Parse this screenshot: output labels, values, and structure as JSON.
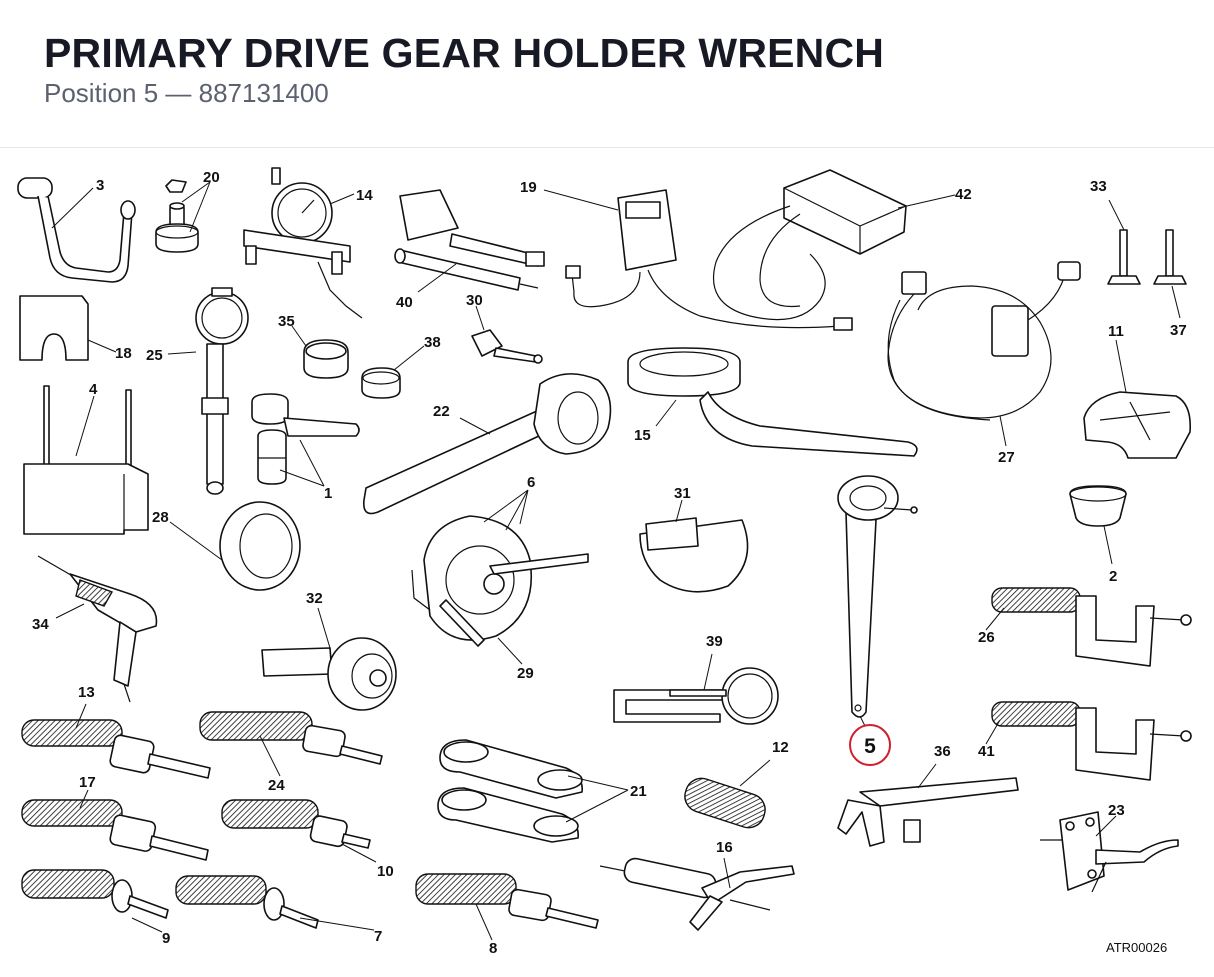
{
  "header": {
    "title": "PRIMARY DRIVE GEAR HOLDER WRENCH",
    "subtitle": "Position 5 — 887131400"
  },
  "callouts": {
    "c1": "1",
    "c2": "2",
    "c3": "3",
    "c4": "4",
    "c5": "5",
    "c6": "6",
    "c7": "7",
    "c8": "8",
    "c9": "9",
    "c10": "10",
    "c11": "11",
    "c12": "12",
    "c13": "13",
    "c14": "14",
    "c15": "15",
    "c16": "16",
    "c17": "17",
    "c18": "18",
    "c19": "19",
    "c20": "20",
    "c21": "21",
    "c22": "22",
    "c23": "23",
    "c24": "24",
    "c25": "25",
    "c26": "26",
    "c27": "27",
    "c28": "28",
    "c29": "29",
    "c30": "30",
    "c31": "31",
    "c32": "32",
    "c33": "33",
    "c34": "34",
    "c35": "35",
    "c36": "36",
    "c37": "37",
    "c38": "38",
    "c39": "39",
    "c40": "40",
    "c41": "41",
    "c42": "42"
  },
  "highlight": {
    "label": "5",
    "color": "#d0202e"
  },
  "reference_code": "ATR00026"
}
